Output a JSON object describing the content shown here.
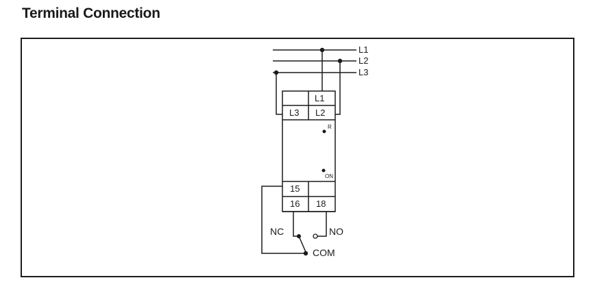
{
  "title": "Terminal Connection",
  "lines": {
    "l1": "L1",
    "l2": "L2",
    "l3": "L3"
  },
  "device": {
    "top_terminal_right": "L1",
    "mid_terminal_left": "L3",
    "mid_terminal_right": "L2",
    "indicator_r": "R",
    "indicator_on": "ON",
    "relay_terminal_15": "15",
    "relay_terminal_16": "16",
    "relay_terminal_18": "18"
  },
  "contacts": {
    "nc": "NC",
    "no": "NO",
    "com": "COM"
  }
}
